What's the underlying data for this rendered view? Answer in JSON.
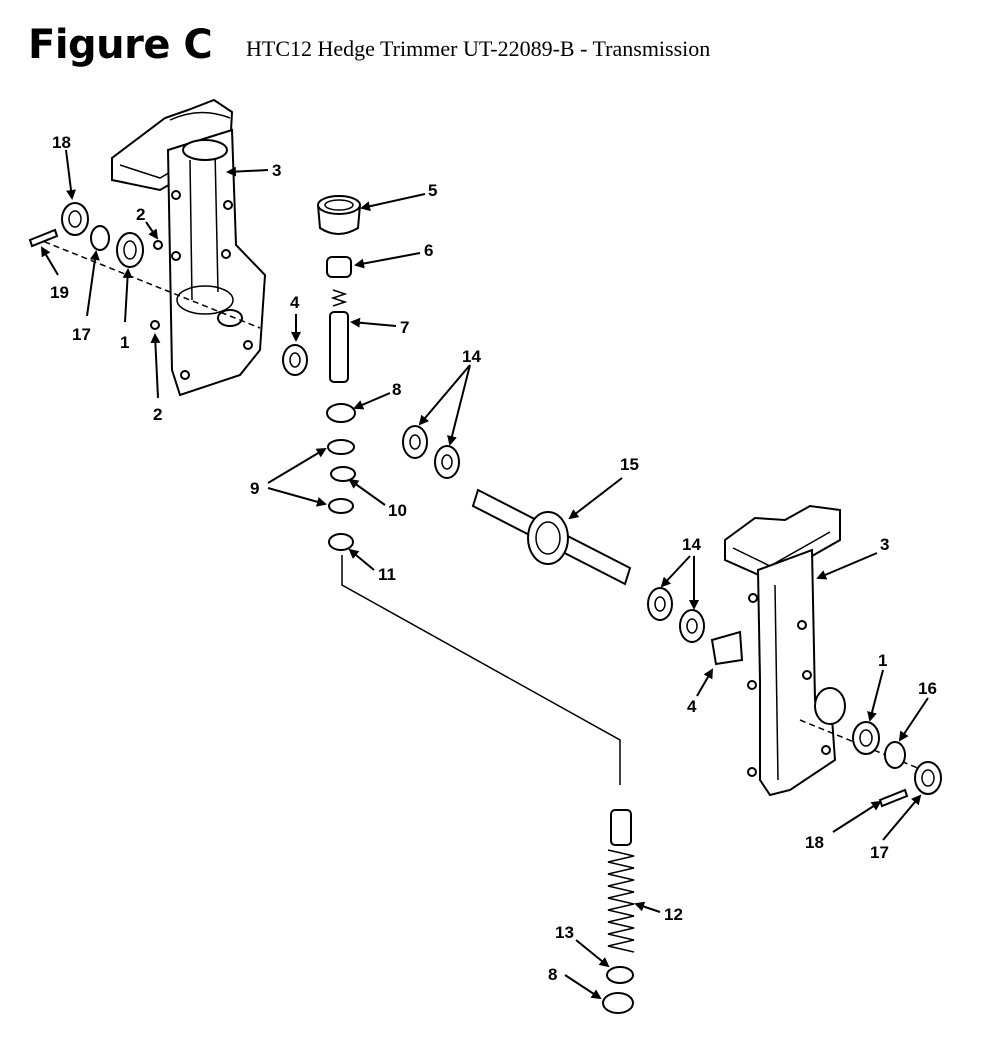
{
  "figure_label": "Figure C",
  "figure_title": "HTC12 Hedge Trimmer UT-22089-B - Transmission",
  "callouts": [
    "18",
    "3",
    "2",
    "19",
    "17",
    "1",
    "2",
    "4",
    "5",
    "6",
    "7",
    "8",
    "14",
    "9",
    "10",
    "11",
    "15",
    "14",
    "3",
    "4",
    "1",
    "16",
    "18",
    "17",
    "12",
    "13",
    "8"
  ]
}
